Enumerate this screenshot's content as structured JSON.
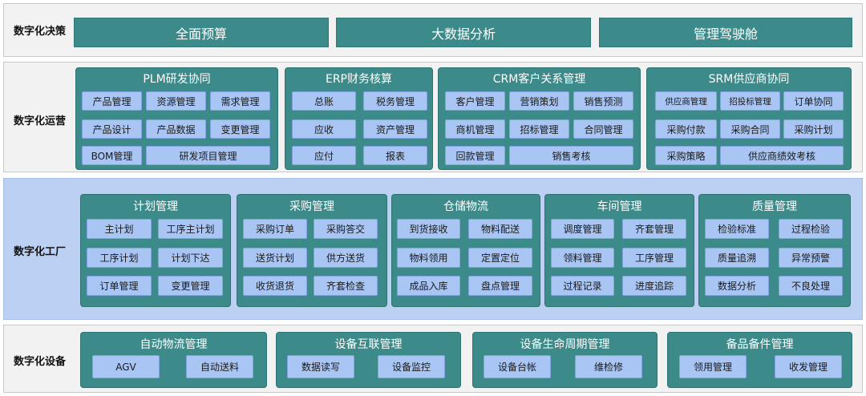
{
  "decision": {
    "label": "数字化决策",
    "items": [
      "全面预算",
      "大数据分析",
      "管理驾驶舱"
    ]
  },
  "operation": {
    "label": "数字化运营",
    "panels": [
      {
        "title": "PLM研发协同",
        "items": [
          "产品管理",
          "资源管理",
          "需求管理",
          "产品设计",
          "产品数据",
          "变更管理",
          "BOM管理",
          "研发项目管理"
        ]
      },
      {
        "title": "ERP财务核算",
        "items": [
          "总账",
          "税务管理",
          "应收",
          "资产管理",
          "应付",
          "报表"
        ]
      },
      {
        "title": "CRM客户关系管理",
        "items": [
          "客户管理",
          "营销策划",
          "销售预测",
          "商机管理",
          "招标管理",
          "合同管理",
          "回款管理",
          "销售考核"
        ]
      },
      {
        "title": "SRM供应商协同",
        "items": [
          "供应商管理",
          "招投标管理",
          "订单协同",
          "采购付款",
          "采购合同",
          "采购计划",
          "采购策略",
          "供应商绩效考核"
        ]
      }
    ]
  },
  "factory": {
    "label": "数字化工厂",
    "panels": [
      {
        "title": "计划管理",
        "items": [
          "主计划",
          "工序主计划",
          "工序计划",
          "计划下达",
          "订单管理",
          "变更管理"
        ]
      },
      {
        "title": "采购管理",
        "items": [
          "采购订单",
          "采购答交",
          "送货计划",
          "供方送货",
          "收货退货",
          "齐套检查"
        ]
      },
      {
        "title": "仓储物流",
        "items": [
          "到货接收",
          "物料配送",
          "物料领用",
          "定置定位",
          "成品入库",
          "盘点管理"
        ]
      },
      {
        "title": "车间管理",
        "items": [
          "调度管理",
          "齐套管理",
          "领料管理",
          "工序管理",
          "过程记录",
          "进度追踪"
        ]
      },
      {
        "title": "质量管理",
        "items": [
          "检验标准",
          "过程检验",
          "质量追溯",
          "异常预警",
          "数据分析",
          "不良处理"
        ]
      }
    ]
  },
  "equipment": {
    "label": "数字化设备",
    "panels": [
      {
        "title": "自动物流管理",
        "items": [
          "AGV",
          "自动送料"
        ]
      },
      {
        "title": "设备互联管理",
        "items": [
          "数据读写",
          "设备监控"
        ]
      },
      {
        "title": "设备生命周期管理",
        "items": [
          "设备台帐",
          "维检修"
        ]
      },
      {
        "title": "备品备件管理",
        "items": [
          "领用管理",
          "收发管理"
        ]
      }
    ]
  }
}
